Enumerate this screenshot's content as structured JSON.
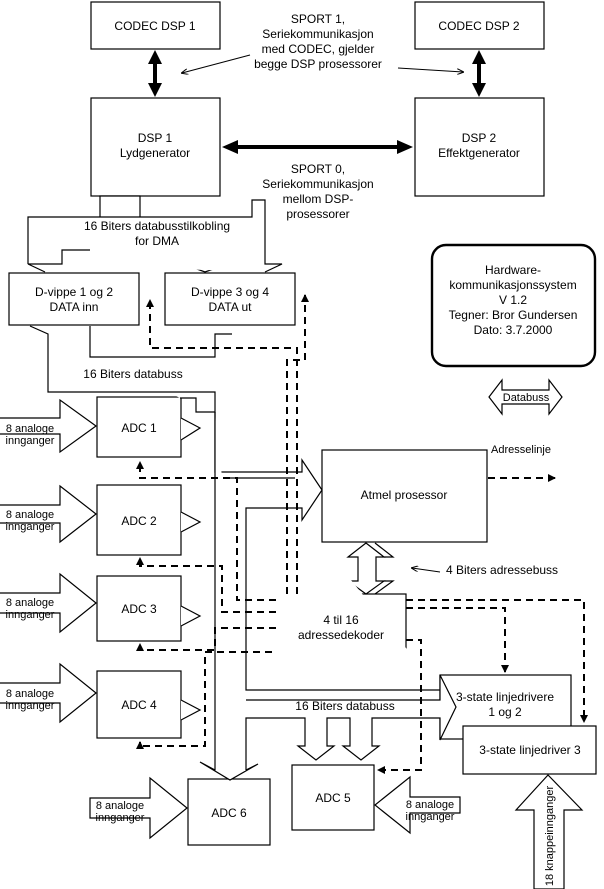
{
  "blocks": {
    "codec1": [
      "CODEC DSP 1"
    ],
    "codec2": [
      "CODEC DSP 2"
    ],
    "dsp1": [
      "DSP 1",
      "Lydgenerator"
    ],
    "dsp2": [
      "DSP 2",
      "Effektgenerator"
    ],
    "dvippe12": [
      "D-vippe 1 og 2",
      "DATA inn"
    ],
    "dvippe34": [
      "D-vippe 3 og 4",
      "DATA ut"
    ],
    "adc1": [
      "ADC 1"
    ],
    "adc2": [
      "ADC 2"
    ],
    "adc3": [
      "ADC 3"
    ],
    "adc4": [
      "ADC 4"
    ],
    "adc5": [
      "ADC 5"
    ],
    "adc6": [
      "ADC 6"
    ],
    "atmel": [
      "Atmel prosessor"
    ],
    "decoder": [
      "4 til 16",
      "adressedekoder"
    ],
    "drivers12": [
      "3-state linjedrivere",
      "1 og 2"
    ],
    "driver3": [
      "3-state linjedriver 3"
    ]
  },
  "labels": {
    "sport1": [
      "SPORT 1,",
      "Seriekommunikasjon",
      "med CODEC, gjelder",
      "begge DSP prosessorer"
    ],
    "sport0": [
      "SPORT 0,",
      "Seriekommunikasjon",
      "mellom DSP-",
      "prosessorer"
    ],
    "dma": [
      "16 Biters databusstilkobling",
      "for DMA"
    ],
    "databus16_left": [
      "16 Biters databuss"
    ],
    "databus16_bottom": [
      "16 Biters databuss"
    ],
    "addrbus4": [
      "4 Biters adressebuss"
    ],
    "analog_inputs": [
      "8 analoge",
      "innganger"
    ],
    "button_inputs": [
      "18 knappeinnganger"
    ]
  },
  "legend": {
    "info": [
      "Hardware-",
      "kommunikasjonssystem",
      "V 1.2",
      "Tegner: Bror Gundersen",
      "Dato: 3.7.2000"
    ],
    "databus": "Databuss",
    "address_line": "Adresselinje"
  }
}
